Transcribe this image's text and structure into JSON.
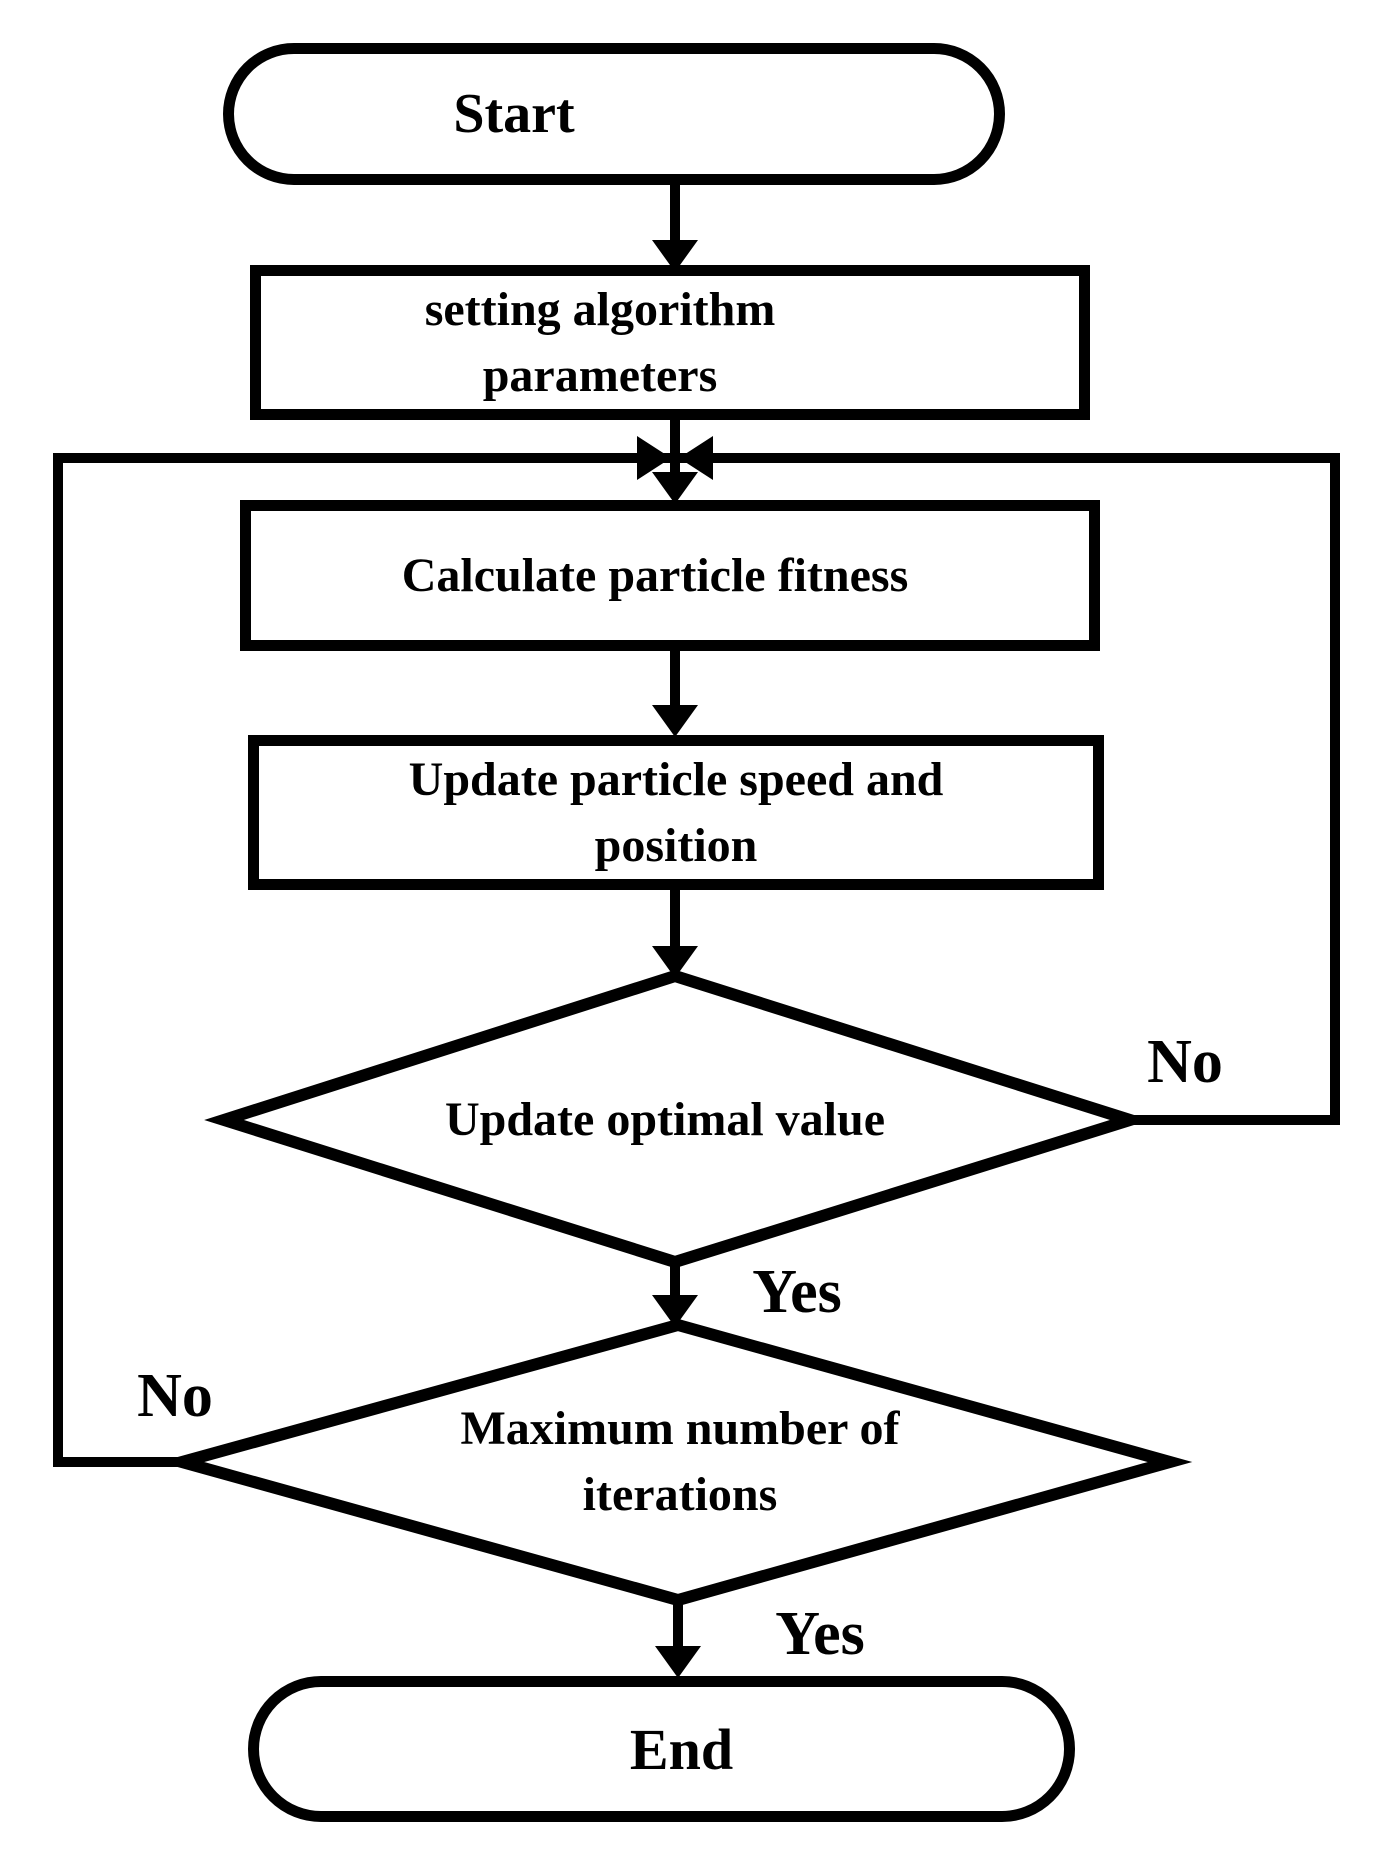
{
  "nodes": {
    "start": {
      "label": "Start"
    },
    "set_params": {
      "lines": [
        "setting algorithm",
        "parameters"
      ]
    },
    "calc_fitness": {
      "label": "Calculate particle fitness"
    },
    "update_speed": {
      "lines": [
        "Update particle speed and",
        "position"
      ]
    },
    "update_optimal": {
      "label": "Update optimal value"
    },
    "max_iterations": {
      "lines": [
        "Maximum number of",
        "iterations"
      ]
    },
    "end": {
      "label": "End"
    }
  },
  "edge_labels": {
    "optimal_no": "No",
    "optimal_yes": "Yes",
    "iterations_no": "No",
    "iterations_yes": "Yes"
  },
  "colors": {
    "stroke": "#000000",
    "background": "#ffffff"
  }
}
